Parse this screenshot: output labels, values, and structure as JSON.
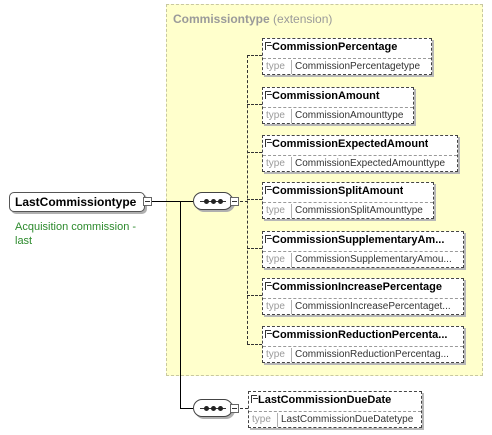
{
  "extension": {
    "name": "Commissiontype",
    "kind": "(extension)"
  },
  "root": {
    "name": "LastCommissiontype",
    "documentation": "Acquisition commission - last"
  },
  "type_keyword": "type",
  "children": [
    {
      "name": "CommissionPercentage",
      "type": "CommissionPercentagetype"
    },
    {
      "name": "CommissionAmount",
      "type": "CommissionAmounttype"
    },
    {
      "name": "CommissionExpectedAmount",
      "type": "CommissionExpectedAmounttype"
    },
    {
      "name": "CommissionSplitAmount",
      "type": "CommissionSplitAmounttype"
    },
    {
      "name": "CommissionSupplementaryAm...",
      "type": "CommissionSupplementaryAmou..."
    },
    {
      "name": "CommissionIncreasePercentage",
      "type": "CommissionIncreasePercentaget..."
    },
    {
      "name": "CommissionReductionPercenta...",
      "type": "CommissionReductionPercentag..."
    }
  ],
  "extra_child": {
    "name": "LastCommissionDueDate",
    "type": "LastCommissionDueDatetype"
  },
  "colors": {
    "extension_fill": "#ffffcc",
    "documentation_text": "#2c8a2c",
    "muted_text": "#9a9a9a"
  }
}
